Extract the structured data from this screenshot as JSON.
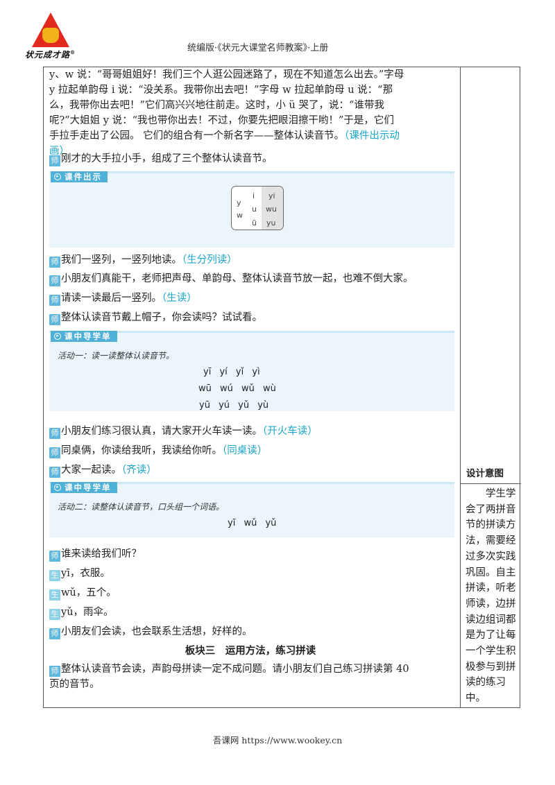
{
  "logo": {
    "text": "状元成才路",
    "reg": "®"
  },
  "header": {
    "title": "统编版·《状元大课堂名师教案》·上册"
  },
  "tags": {
    "teacher": "师",
    "student": "生"
  },
  "story": {
    "lines": [
      "y、w 说：“哥哥姐姐好！我们三个人逛公园迷路了，现在不知道怎么出去。”字母",
      "y 拉起单韵母 i 说：“没关系。我带你出去吧！”字母 w 拉起单韵母 u 说：“那",
      "么，我带你出去吧！”它们高兴兴地往前走。这时，小 ü 哭了，说：“谁带我",
      "呢?”大姐姐 y 说：“我也带你出去！不过，你要先把眼泪擦干哟！”于是，它们",
      "手拉手走出了公园。 它们的组合有一个新名字——整体认读音节。"
    ],
    "note_a": "（课件出示动",
    "note_b": "画）"
  },
  "p1": {
    "text": "刚才的大手拉小手，组成了三个整体认读音节。"
  },
  "panel1": {
    "tab": "课件出示",
    "grid": {
      "y": "y",
      "w": "w",
      "i": "i",
      "u": "u",
      "v": "ü",
      "yi": "yi",
      "wu": "wu",
      "yu": "yu"
    }
  },
  "p2": {
    "text": "我们一竖列，一竖列地读。",
    "note": "（生分列读）"
  },
  "p3": {
    "text": "小朋友们真能干，老师把声母、单韵母、整体认读音节放一起，也难不倒大家。"
  },
  "p4": {
    "text": "请读一读最后一竖列。",
    "note": "（生读）"
  },
  "p5": {
    "text": "整体认读音节戴上帽子，你会读吗？试试看。"
  },
  "panel2": {
    "tab": "课中导学单",
    "activity": "活动一：读一读整体认读音节。",
    "rows": [
      "yī  yí  yǐ  yì",
      "wū  wú  wǔ  wù",
      "yū  yú  yǔ  yù"
    ]
  },
  "p6": {
    "text": "小朋友们练习很认真，请大家开火车读一读。",
    "note": "（开火车读）"
  },
  "p7": {
    "text": "同桌俩，你读给我听，我读给你听。",
    "note": "（同桌读）"
  },
  "p8": {
    "text": "大家一起读。",
    "note": "（齐读）"
  },
  "panel3": {
    "tab": "课中导学单",
    "activity": "活动二：读整体认读音节，口头组一个词语。",
    "row": "yī  wǔ  yǔ"
  },
  "p9": {
    "text": "谁来读给我们听？"
  },
  "s1": {
    "text": "yī，衣服。"
  },
  "s2": {
    "text": "wǔ，五个。"
  },
  "s3": {
    "text": "yǔ，雨伞。"
  },
  "p10": {
    "text": "小朋友们会读，也会联系生活想，好样的。"
  },
  "section3": {
    "title": "板块三　运用方法，练习拼读"
  },
  "p11": {
    "line1": "整体认读音节会读，声韵母拼读一定不成问题。请小朋友们自己练习拼读第 40",
    "line2": "页的音节。"
  },
  "side": {
    "heading": "设计意图",
    "body": "学生学会了两拼音节的拼读方法，需要经过多次实践巩固。自主拼读，听老师读，边拼读边组词都是为了让每一个学生积极参与到拼读的练习中。"
  },
  "footer": {
    "text": "吾课网 https://www.wookey.cn"
  }
}
